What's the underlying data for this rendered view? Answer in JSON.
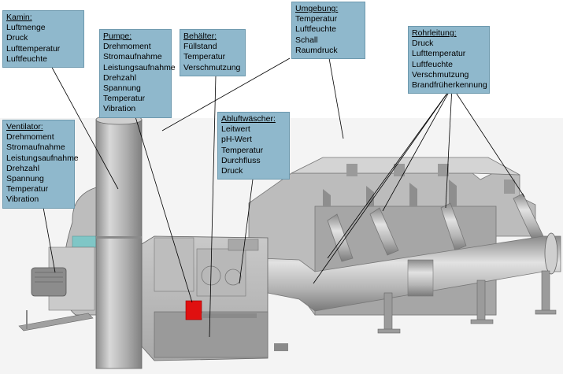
{
  "labels": {
    "kamin": {
      "title": "Kamin:",
      "items": [
        "Luftmenge",
        "Druck",
        "Lufttemperatur",
        "Luftfeuchte"
      ]
    },
    "pumpe": {
      "title": "Pumpe:",
      "items": [
        "Drehmoment",
        "Stromaufnahme",
        "Leistungsaufnahme",
        "Drehzahl",
        "Spannung",
        "Temperatur",
        "Vibration"
      ]
    },
    "behaelter": {
      "title": "Behälter:",
      "items": [
        "Füllstand",
        "Temperatur",
        "Verschmutzung"
      ]
    },
    "umgebung": {
      "title": "Umgebung:",
      "items": [
        "Temperatur",
        "Luftfeuchte",
        "Schall",
        "Raumdruck"
      ]
    },
    "rohrleitung": {
      "title": "Rohrleitung:",
      "items": [
        "Druck",
        "Lufttemperatur",
        "Luftfeuchte",
        "Verschmutzung",
        "Brandfrüherkennung"
      ]
    },
    "abluft": {
      "title": "Abluftwäscher:",
      "items": [
        "Leitwert",
        "pH-Wert",
        "Temperatur",
        "Durchfluss",
        "Druck"
      ]
    },
    "ventilator": {
      "title": "Ventilator:",
      "items": [
        "Drehmoment",
        "Stromaufnahme",
        "Leistungsaufnahme",
        "Drehzahl",
        "Spannung",
        "Temperatur",
        "Vibration"
      ]
    }
  },
  "colors": {
    "label_bg": "#8fb8cc",
    "metal": "#b0b0b0",
    "pump_red": "#e01010",
    "duct_teal": "#7fc6c6"
  }
}
